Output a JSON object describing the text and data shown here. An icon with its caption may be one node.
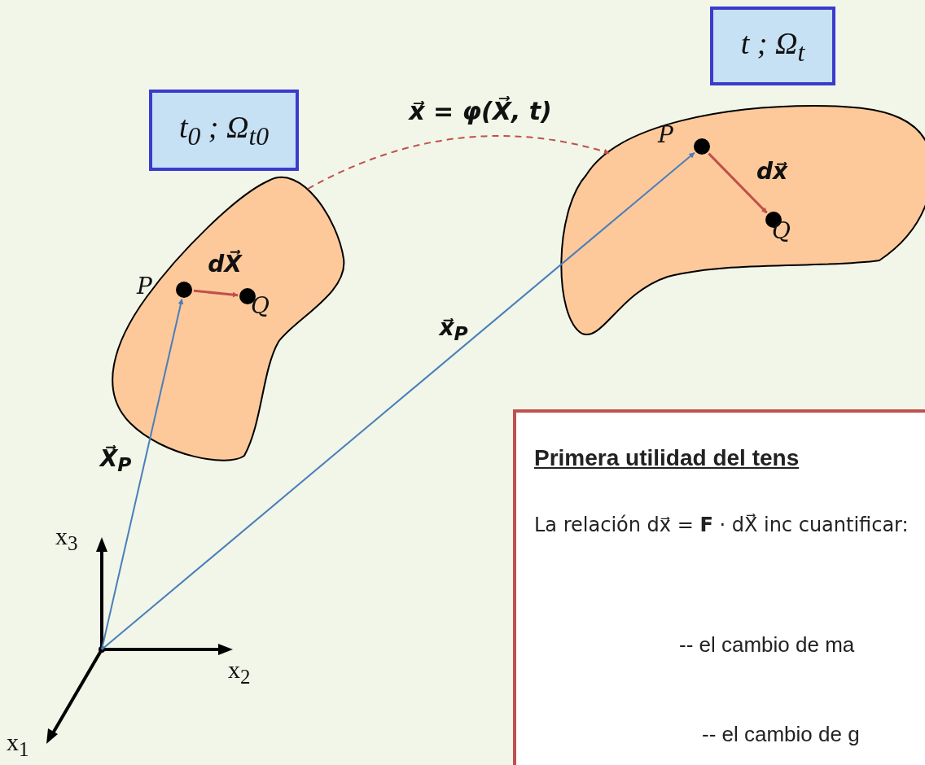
{
  "diagram": {
    "nodes": [
      {
        "text": [
          "t$_{0}$ ; Ω$_{t0}$"
        ]
      },
      {
        "text": [
          "t ; Ω$_{t}$"
        ]
      },
      {
        "text": [],
        "shape": "blob"
      },
      {
        "text": [
          "P"
        ],
        "in": 2
      },
      {
        "text": [
          "Q"
        ],
        "in": 2
      },
      {
        "text": [],
        "shape": "blob"
      },
      {
        "text": [
          "P"
        ],
        "in": 5
      },
      {
        "text": [
          "Q"
        ],
        "in": 5
      },
      {
        "text": [],
        "shape": "point"
      },
      {
        "text": [
          "Primera utilidad del tens",
          "La relación dx⃗ = **F** · dX⃗ inc cuantificar:",
          "-- el cambio de ma",
          "-- el cambio de g"
        ]
      }
    ],
    "edges": [
      {
        "from": 2,
        "to": 5,
        "arrow": "to",
        "label": "x⃗ = φ(X⃗, t)",
        "style": "dashed"
      },
      {
        "from": 3,
        "to": 4,
        "arrow": "to",
        "label": "dX⃗"
      },
      {
        "from": 8,
        "to": 3,
        "arrow": "to",
        "label": "X⃗$_{P}$",
        "color": "#4a7ebb"
      },
      {
        "from": 8,
        "to": 6,
        "arrow": "to",
        "label": "x⃗$_{P}$",
        "color": "#4a7ebb"
      },
      {
        "from": 6,
        "to": 7,
        "arrow": "to",
        "label": "dx⃗"
      }
    ],
    "labels": [
      "x$_{3}$",
      "x$_{2}$",
      "x$_{1}$"
    ]
  }
}
